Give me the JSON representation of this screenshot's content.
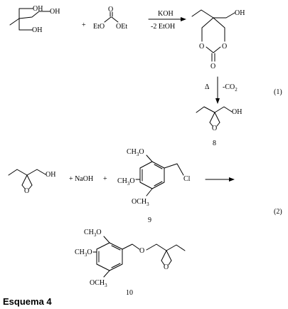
{
  "reaction1": {
    "oh_a": "OH",
    "oh_b": "OH",
    "oh_c": "OH",
    "plus": "+",
    "carbonate_o": "O",
    "eto_left": "EtO",
    "eto_right": "OEt",
    "reagent_top": "KOH",
    "reagent_bottom": "-2 EtOH",
    "carbonate_oh": "OH",
    "ring_o1": "O",
    "ring_o2": "O",
    "ring_o3": "O",
    "delta": "Δ",
    "co2": "-CO",
    "co2_sub": "2",
    "product_oh": "OH",
    "product_o": "O",
    "product_number": "8",
    "eq_label": "(1)"
  },
  "reaction2": {
    "oxetane_oh": "OH",
    "oxetane_o": "O",
    "naoh": "+ NaOH",
    "plus": "+",
    "och3_top": "CH",
    "och3_top_sub": "3",
    "och3_top_o": "O",
    "och3_mid": "CH",
    "och3_mid_sub": "3",
    "och3_mid_o": "O",
    "och3_bot": "OCH",
    "och3_bot_sub": "3",
    "cl": "Cl",
    "reactant_number": "9",
    "prod_och3_top": "CH",
    "prod_och3_top_sub": "3",
    "prod_och3_top_o": "O",
    "prod_och3_mid": "CH",
    "prod_och3_mid_sub": "3",
    "prod_och3_mid_o": "O",
    "prod_och3_bot": "OCH",
    "prod_och3_bot_sub": "3",
    "ether_o": "O",
    "prod_ring_o": "O",
    "product_number": "10",
    "eq_label": "(2)"
  },
  "caption": "Esquema 4"
}
